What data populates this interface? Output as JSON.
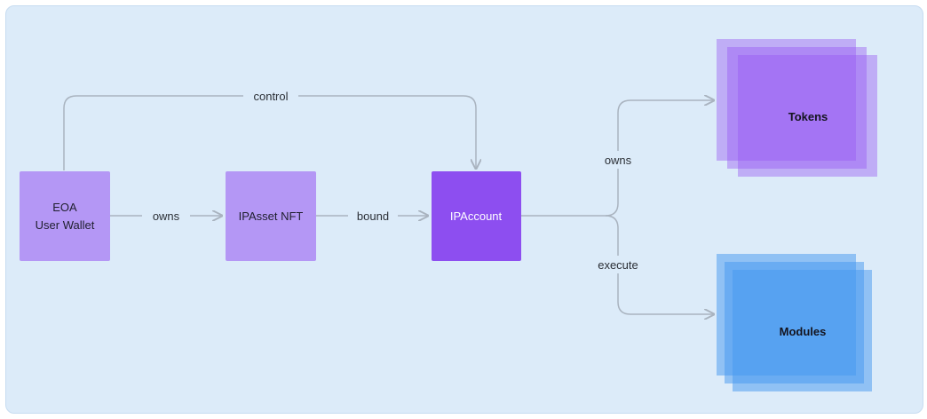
{
  "diagram": {
    "nodes": {
      "eoa": {
        "line1": "EOA",
        "line2": "User Wallet"
      },
      "ipasset": {
        "label": "IPAsset NFT"
      },
      "ipaccount": {
        "label": "IPAccount"
      },
      "tokens": {
        "label": "Tokens"
      },
      "modules": {
        "label": "Modules"
      }
    },
    "edges": {
      "control": "control",
      "owns_1": "owns",
      "bound": "bound",
      "owns_2": "owns",
      "execute": "execute"
    },
    "colors": {
      "background": "#dcebf9",
      "light_purple": "#b497f5",
      "purple": "#8d4ef0",
      "token_purple": "#9659f2",
      "module_blue": "#4397ef",
      "line": "#a9b3bf"
    }
  }
}
